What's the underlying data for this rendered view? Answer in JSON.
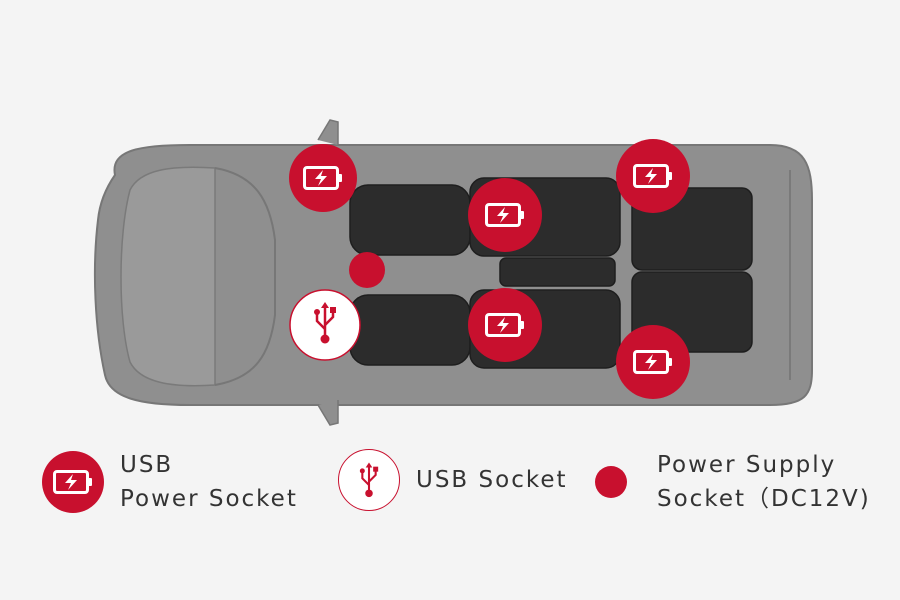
{
  "colors": {
    "accent_red": "#c8102e",
    "car_body": "#8f8f8f",
    "seat": "#2c2c2c",
    "background": "#f4f4f4"
  },
  "legend": {
    "usb_power_socket": {
      "line1": "USB",
      "line2": "Power Socket",
      "icon": "battery-charging-icon"
    },
    "usb_socket": {
      "label": "USB Socket",
      "icon": "usb-icon"
    },
    "power_supply_socket": {
      "line1": "Power Supply",
      "line2": "Socket（DC12V)",
      "icon": "red-dot-icon"
    }
  },
  "markers": [
    {
      "type": "usb_power_socket"
    },
    {
      "type": "usb_power_socket"
    },
    {
      "type": "usb_power_socket"
    },
    {
      "type": "usb_power_socket"
    },
    {
      "type": "usb_power_socket"
    },
    {
      "type": "usb_socket"
    },
    {
      "type": "power_supply_socket"
    }
  ]
}
